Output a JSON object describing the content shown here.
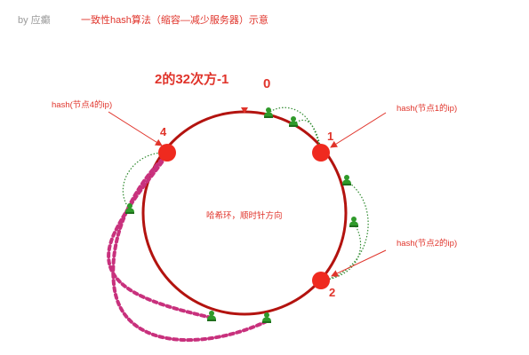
{
  "header": {
    "author": "by 应癫",
    "title": "一致性hash算法（缩容—减少服务器）示意"
  },
  "ring": {
    "top_label": "2的32次方-1",
    "zero_label": "0",
    "center_label": "哈希环，顺时针方向",
    "color": "#b3130f"
  },
  "nodes": [
    {
      "id": "1",
      "label": "1",
      "annotation": "hash(节点1的ip)"
    },
    {
      "id": "2",
      "label": "2",
      "annotation": "hash(节点2的ip)"
    },
    {
      "id": "4",
      "label": "4",
      "annotation": "hash(节点4的ip)"
    }
  ],
  "colors": {
    "accent": "#e0342b",
    "node": "#ef2a1f",
    "client": "#2f9a2a",
    "green_link": "#2f8a2f",
    "magenta_link": "#c8317d"
  },
  "icons": [
    "user-icon",
    "arrow-icon"
  ]
}
